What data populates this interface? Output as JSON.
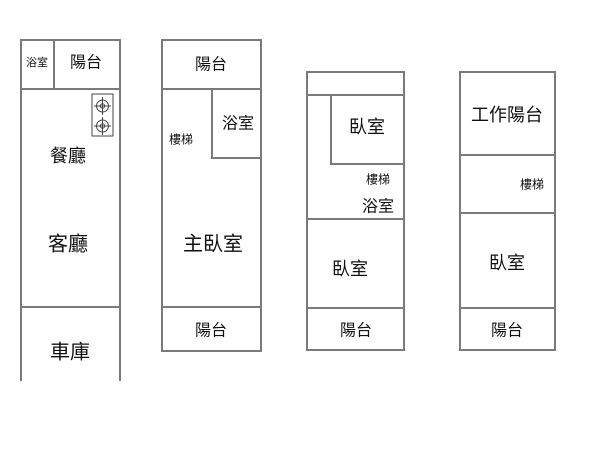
{
  "floor1": {
    "bath": "浴室",
    "balcony": "陽台",
    "dining": "餐廳",
    "living": "客廳",
    "garage": "車庫"
  },
  "floor2": {
    "balcony_top": "陽台",
    "stairs": "樓梯",
    "bath": "浴室",
    "master_bedroom": "主臥室",
    "balcony_bottom": "陽台"
  },
  "floor3": {
    "bedroom_top": "臥室",
    "stairs": "樓梯",
    "bath": "浴室",
    "bedroom_bottom": "臥室",
    "balcony": "陽台"
  },
  "floor4": {
    "work_balcony": "工作陽台",
    "stairs": "樓梯",
    "bedroom": "臥室",
    "balcony": "陽台"
  }
}
